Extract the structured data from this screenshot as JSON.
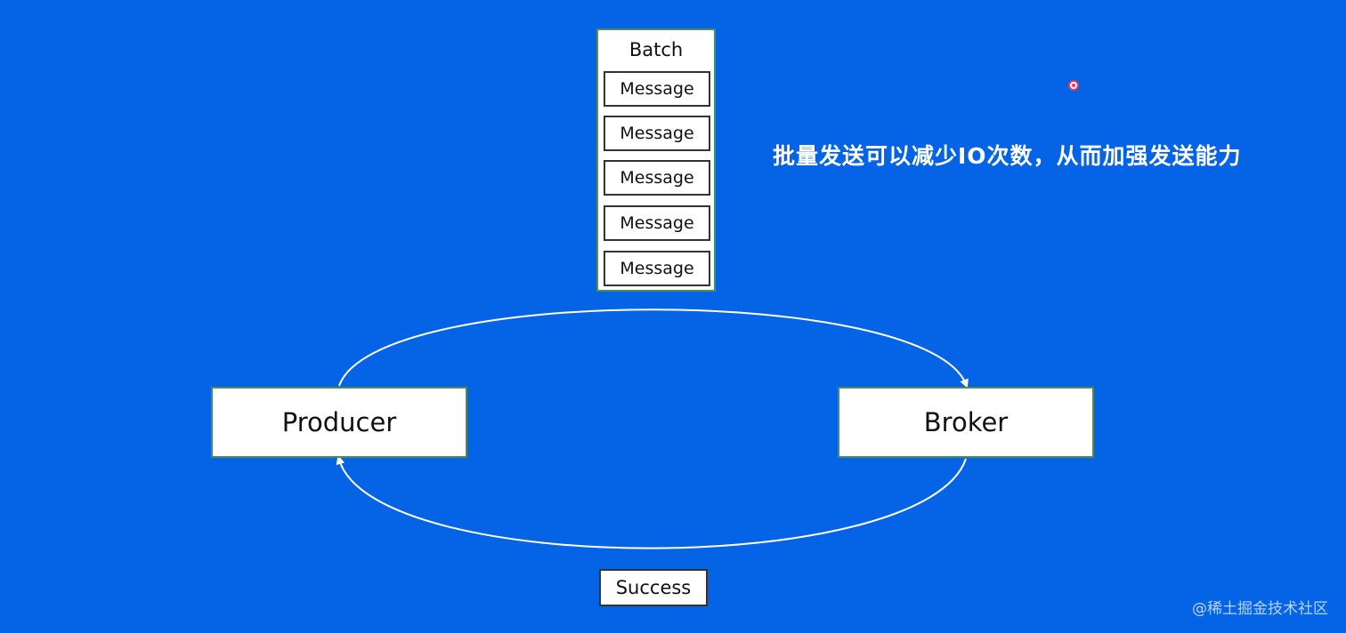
{
  "diagram": {
    "batch": {
      "title": "Batch",
      "messages": [
        "Message",
        "Message",
        "Message",
        "Message",
        "Message"
      ]
    },
    "nodes": {
      "producer": "Producer",
      "broker": "Broker"
    },
    "response": "Success",
    "caption": "批量发送可以减少IO次数，从而加强发送能力",
    "watermark": "@稀土掘金技术社区"
  },
  "colors": {
    "background": "#0563E6",
    "box_border": "#4f8d57",
    "arrow": "#ffffff"
  }
}
